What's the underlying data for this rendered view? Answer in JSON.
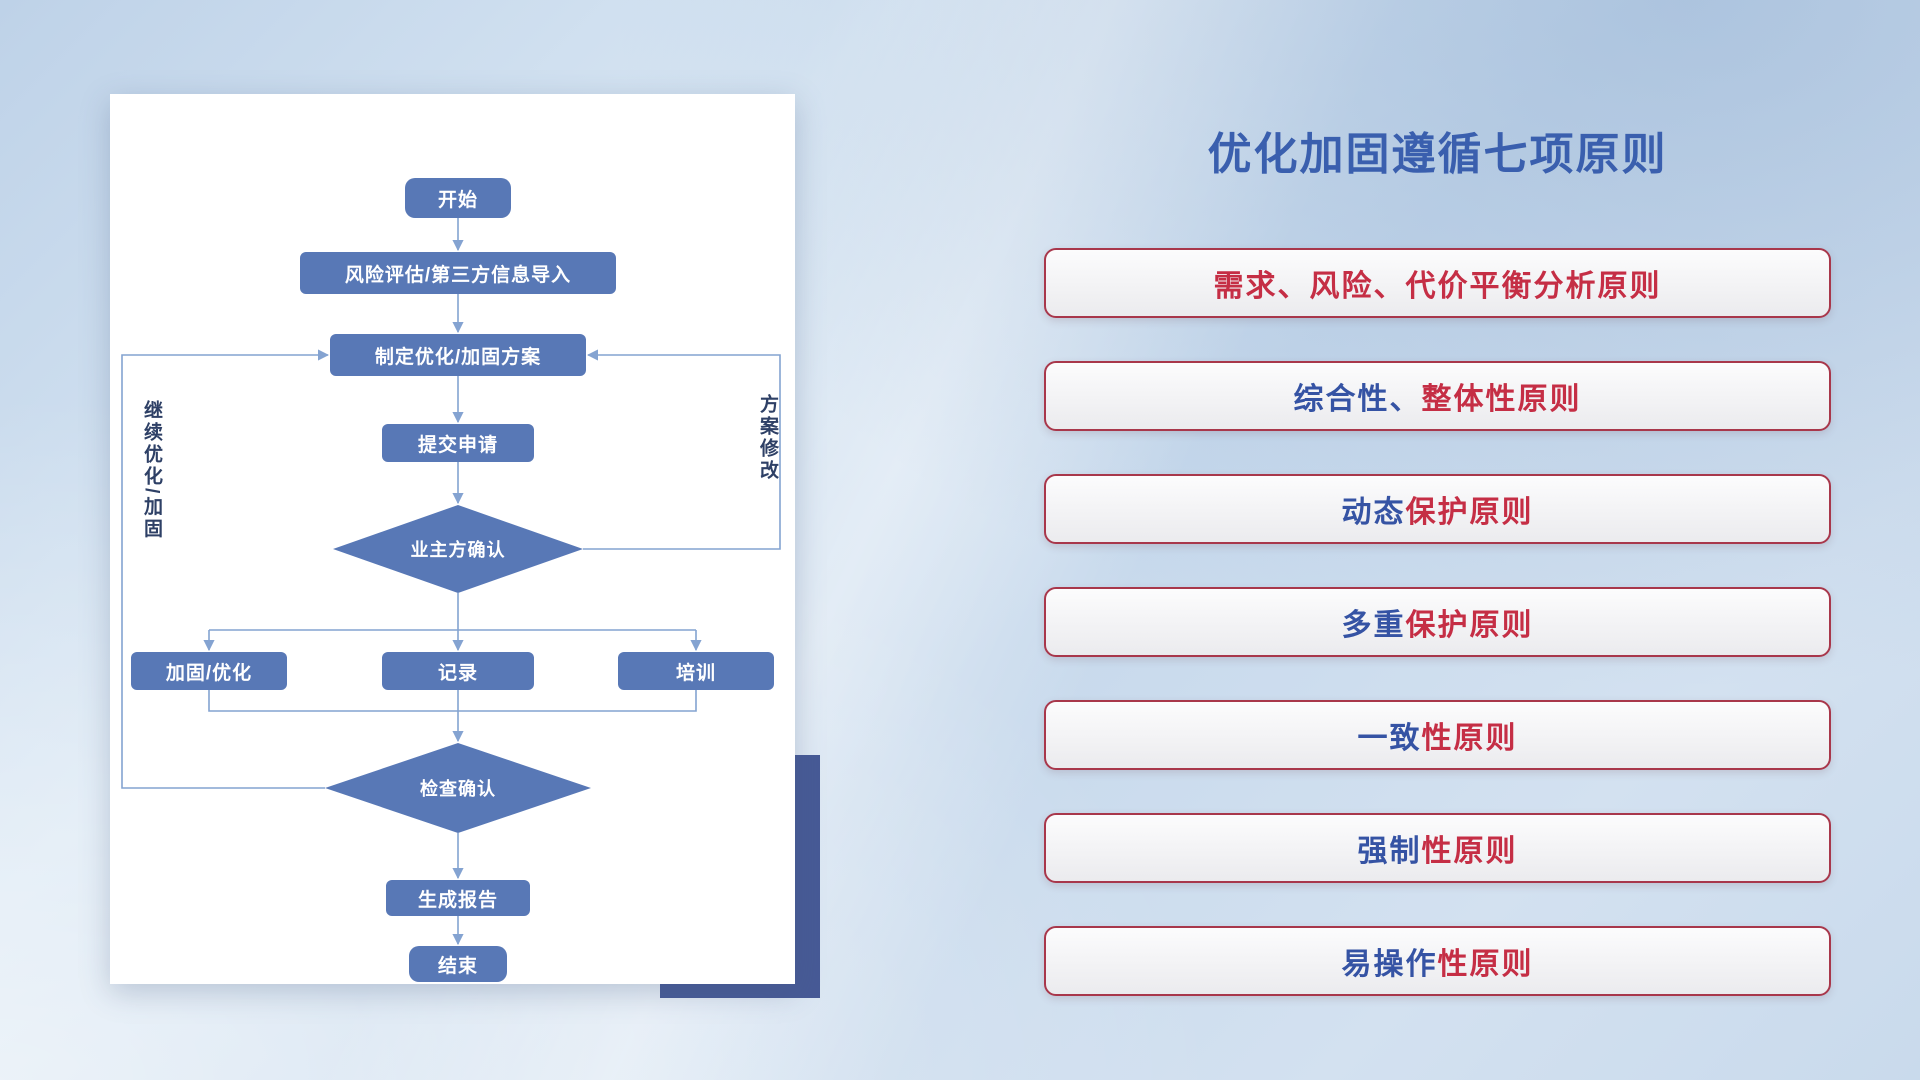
{
  "title": "优化加固遵循七项原则",
  "principles": [
    {
      "parts": [
        {
          "text": "需求、风险、代价平衡分析原则",
          "color": "principle_red"
        }
      ]
    },
    {
      "parts": [
        {
          "text": "综合性、",
          "color": "principle_blue"
        },
        {
          "text": "整体性原则",
          "color": "principle_red"
        }
      ]
    },
    {
      "parts": [
        {
          "text": "动态",
          "color": "principle_blue"
        },
        {
          "text": "保护原则",
          "color": "principle_red"
        }
      ]
    },
    {
      "parts": [
        {
          "text": "多重",
          "color": "principle_blue"
        },
        {
          "text": "保护原则",
          "color": "principle_red"
        }
      ]
    },
    {
      "parts": [
        {
          "text": "一致",
          "color": "principle_blue"
        },
        {
          "text": "性原则",
          "color": "principle_red"
        }
      ]
    },
    {
      "parts": [
        {
          "text": "强制",
          "color": "principle_blue"
        },
        {
          "text": "性原则",
          "color": "principle_red"
        }
      ]
    },
    {
      "parts": [
        {
          "text": "易操作",
          "color": "principle_blue"
        },
        {
          "text": "性原则",
          "color": "principle_red"
        }
      ]
    }
  ],
  "flowchart": {
    "nodes": {
      "start": "开始",
      "risk": "风险评估/第三方信息导入",
      "plan": "制定优化/加固方案",
      "submit": "提交申请",
      "owner_confirm": "业主方确认",
      "reinforce": "加固/优化",
      "record": "记录",
      "training": "培训",
      "check_confirm": "检查确认",
      "report": "生成报告",
      "end": "结束"
    },
    "labels": {
      "left_loop": "继续优化/加固",
      "right_loop": "方案修改"
    }
  },
  "colors": {
    "title_blue": "#3a5fae",
    "principle_red": "#c52e45",
    "principle_blue": "#3553a4",
    "card_border": "#a8374b",
    "flow_shape_blue": "#5878b6",
    "flow_line_blue": "#84a3d1",
    "flow_text_white": "#ffffff",
    "vertical_label_navy": "#2e4066",
    "shadow_block_navy": "#475a96"
  }
}
